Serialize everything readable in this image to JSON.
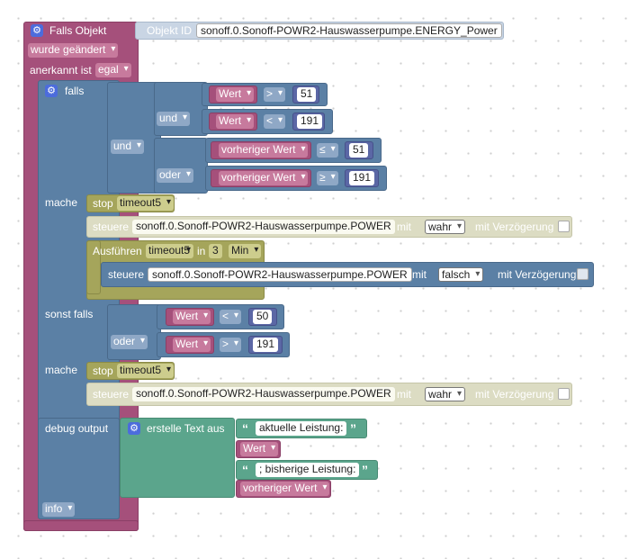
{
  "trigger": {
    "title": "Falls Objekt",
    "objekt_label": "Objekt ID",
    "objekt_id": "sonoff.0.Sonoff-POWR2-Hauswasserpumpe.ENERGY_Power",
    "changed": "wurde geändert",
    "ack_label": "anerkannt ist",
    "ack_value": "egal"
  },
  "if_block": {
    "falls": "falls",
    "mache": "mache",
    "sonst_falls": "sonst falls",
    "and1": "und",
    "and2": "und",
    "or1": "oder",
    "or2": "oder",
    "c1": {
      "var": "Wert",
      "op": ">",
      "val": "51"
    },
    "c2": {
      "var": "Wert",
      "op": "<",
      "val": "191"
    },
    "c3": {
      "var": "vorheriger Wert",
      "op": "≤",
      "val": "51"
    },
    "c4": {
      "var": "vorheriger Wert",
      "op": "≥",
      "val": "191"
    },
    "c5": {
      "var": "Wert",
      "op": "<",
      "val": "50"
    },
    "c6": {
      "var": "Wert",
      "op": ">",
      "val": "191"
    }
  },
  "actions": {
    "stop": "stop",
    "timeout": "timeout5",
    "steuere": "steuere",
    "power_id": "sonoff.0.Sonoff-POWR2-Hauswasserpumpe.POWER",
    "mit": "mit",
    "wahr": "wahr",
    "falsch": "falsch",
    "delay": "mit Verzögerung",
    "ausfuehren": "Ausführen",
    "in": "in",
    "num3": "3",
    "min": "Min"
  },
  "debug": {
    "output": "debug output",
    "text_join": "erstelle Text aus",
    "s1": "aktuelle Leistung:",
    "var1": "Wert",
    "s2": "; bisherige Leistung:",
    "var2": "vorheriger Wert",
    "info": "info"
  },
  "colors": {
    "trigger": "#a5507b",
    "logic": "#5b80a5",
    "timer": "#a5a55b",
    "disabled": "#dcdcc3",
    "text": "#5ba58c",
    "number": "#5b67a5"
  },
  "icons": [
    "gear-icon"
  ]
}
